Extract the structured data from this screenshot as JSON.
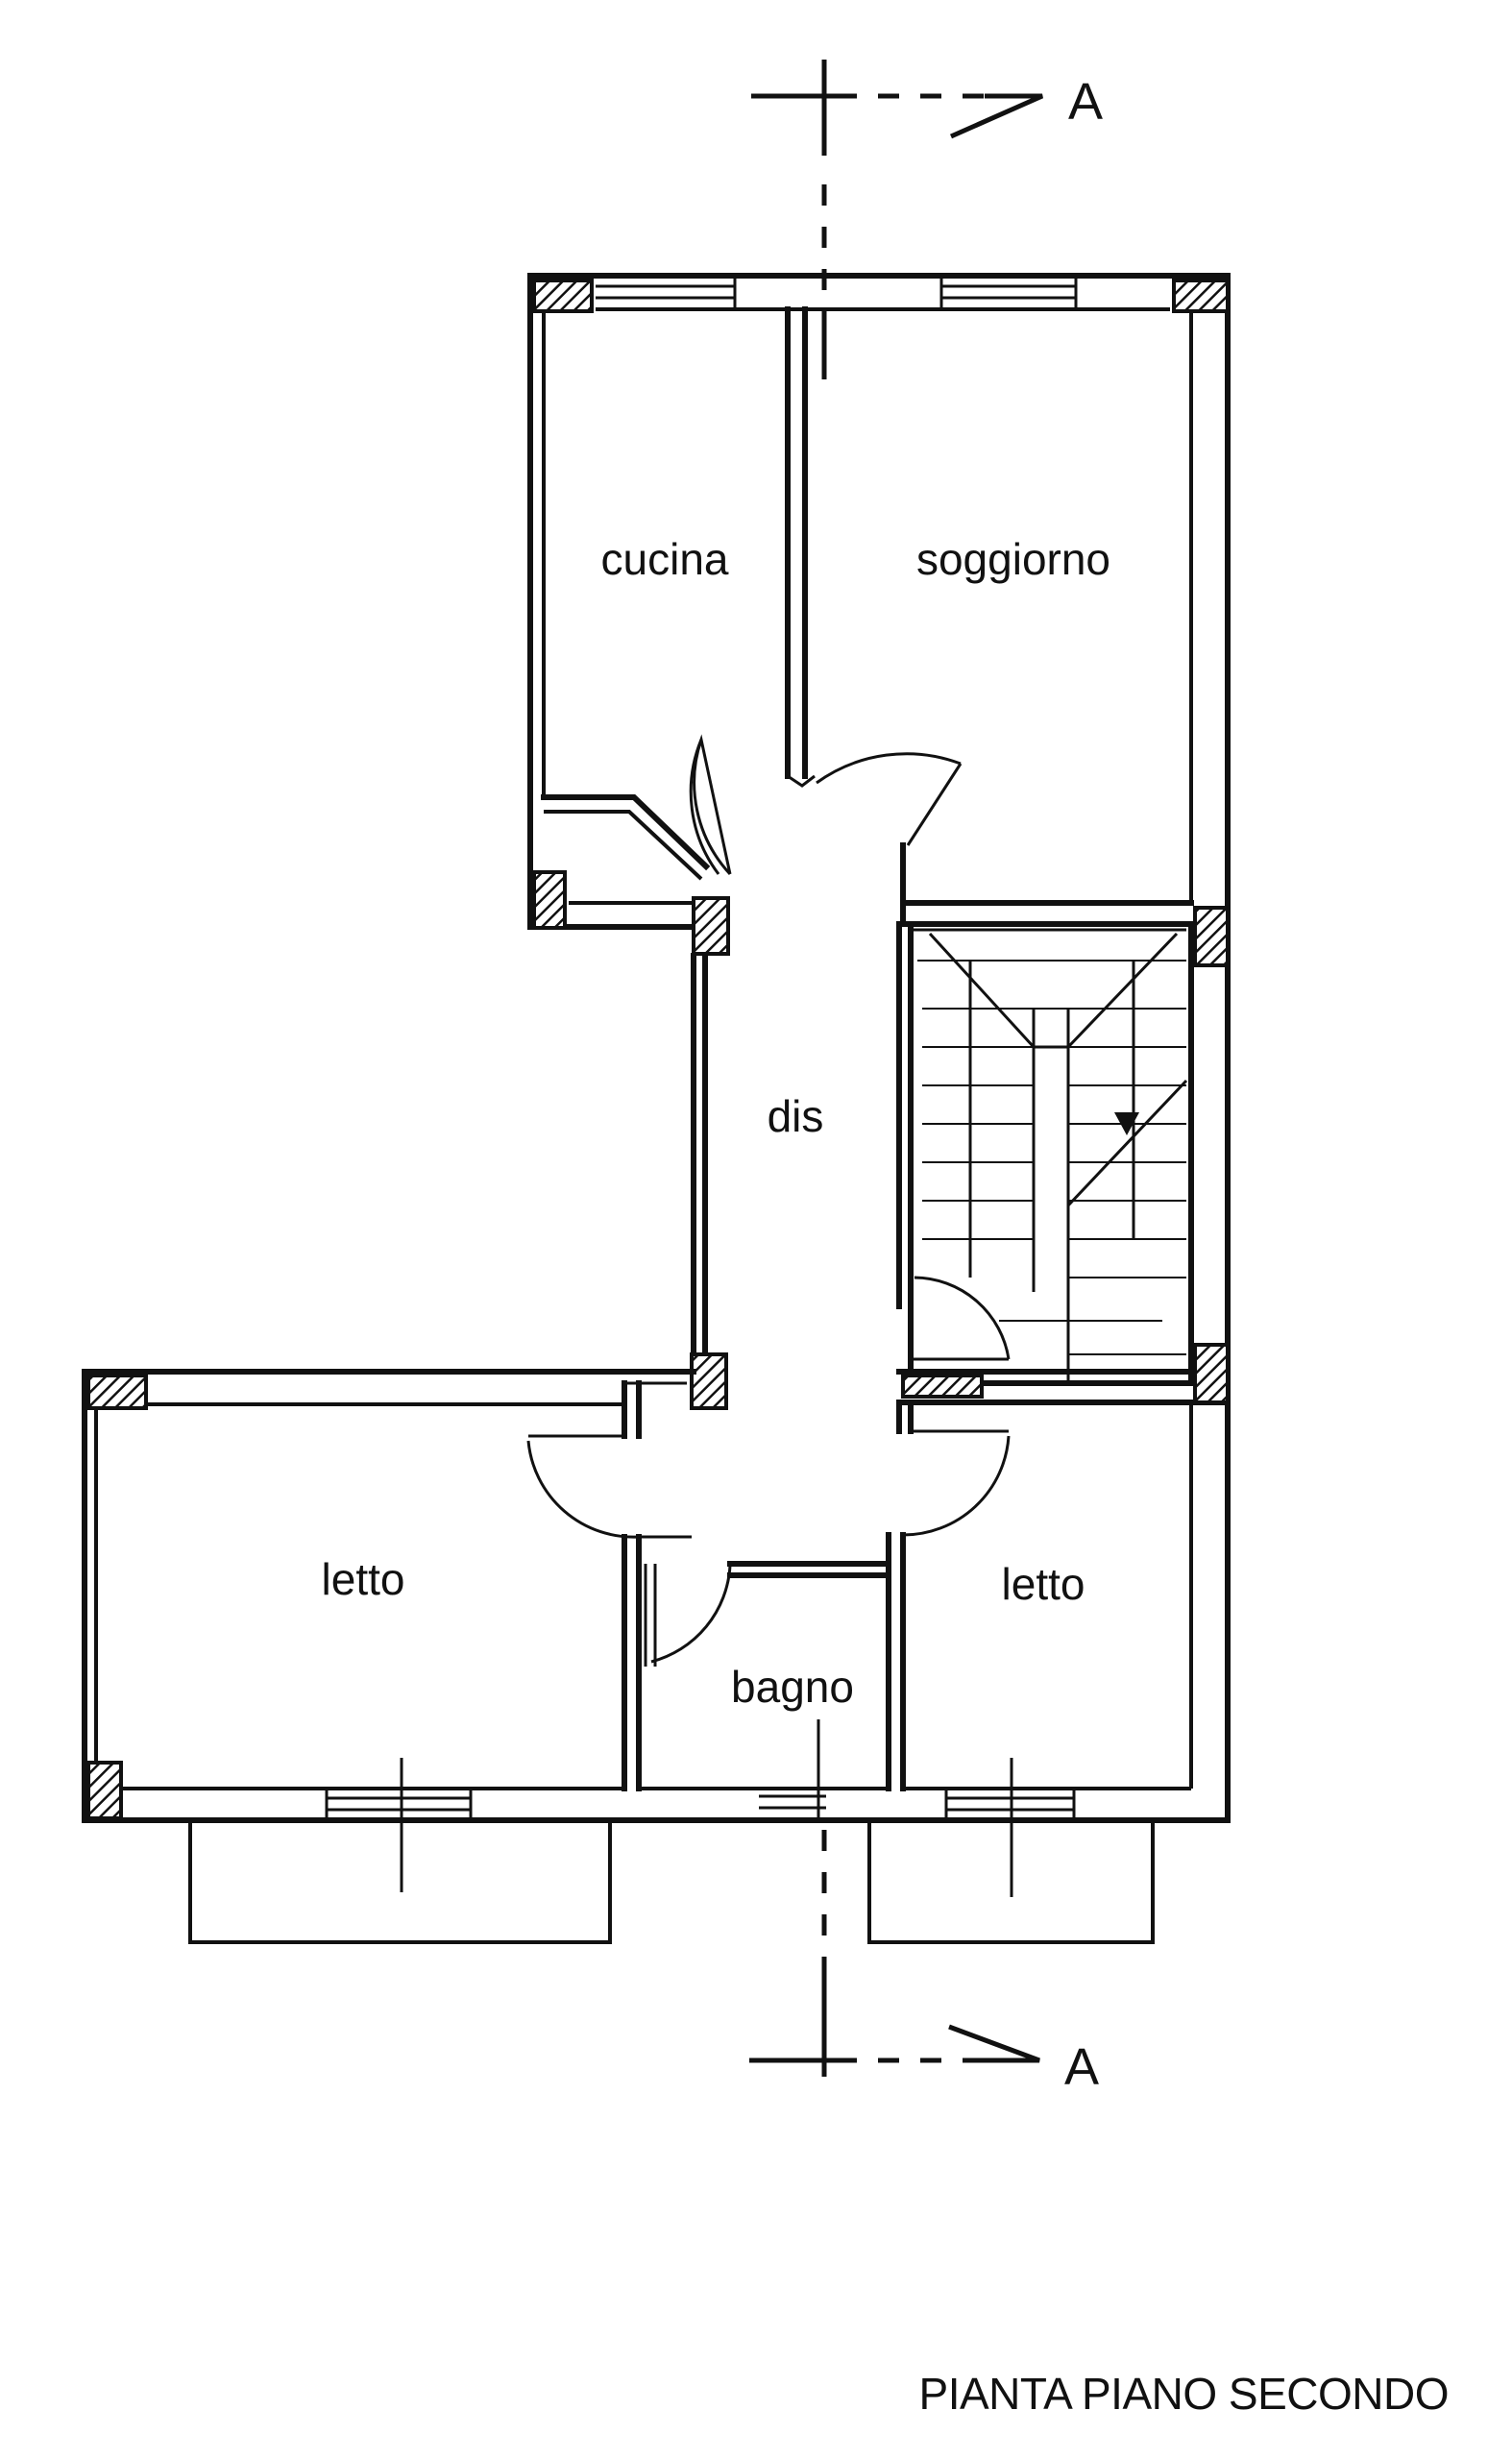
{
  "plan": {
    "title": "PIANTA PIANO SECONDO",
    "section_marker": "A",
    "rooms": {
      "cucina": "cucina",
      "soggiorno": "soggiorno",
      "dis": "dis",
      "letto_left": "letto",
      "letto_right": "letto",
      "bagno": "bagno"
    }
  }
}
